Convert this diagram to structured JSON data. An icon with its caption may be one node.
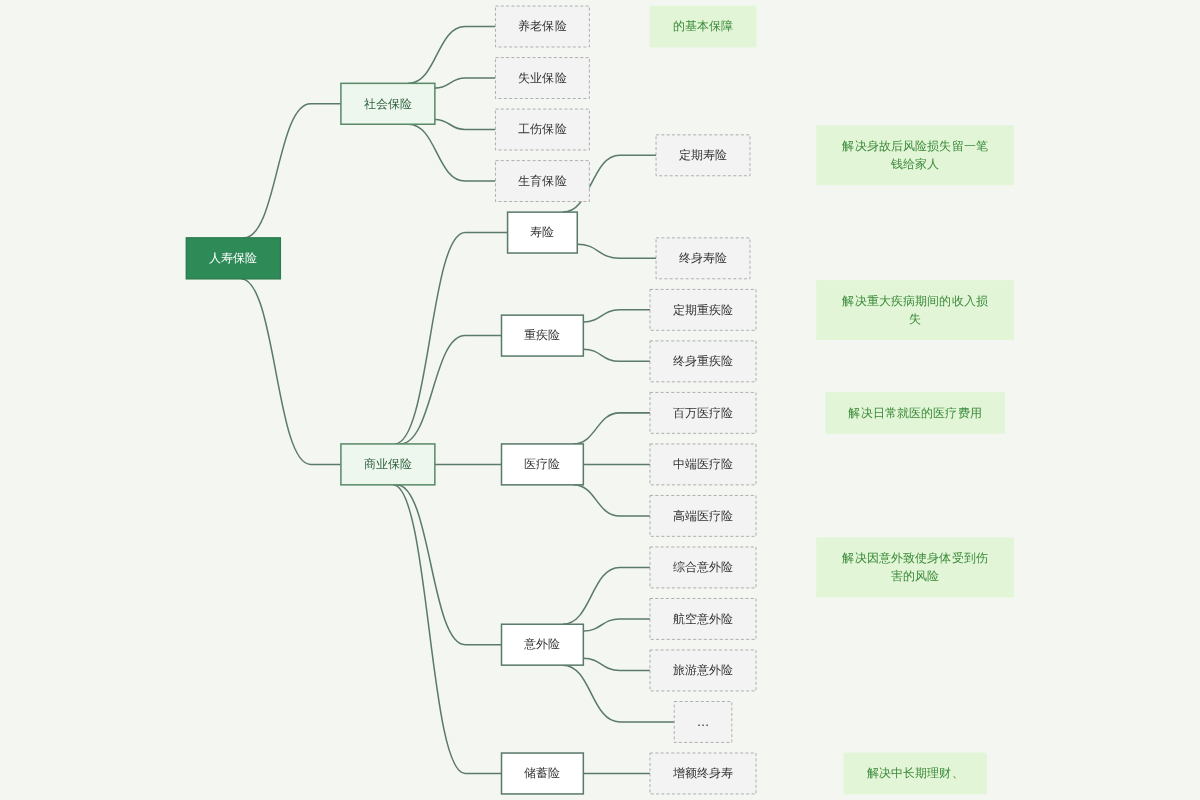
{
  "diagram": {
    "nodes": [
      {
        "text": [
          "人寿保险"
        ]
      },
      {
        "text": [
          "社会保险"
        ]
      },
      {
        "text": [
          "养老保险"
        ]
      },
      {
        "text": [
          "失业保险"
        ]
      },
      {
        "text": [
          "工伤保险"
        ]
      },
      {
        "text": [
          "生育保险"
        ]
      },
      {
        "text": [
          "商业保险"
        ]
      },
      {
        "text": [
          "寿险"
        ]
      },
      {
        "text": [
          "定期寿险"
        ]
      },
      {
        "text": [
          "终身寿险"
        ]
      },
      {
        "text": [
          "重疾险"
        ]
      },
      {
        "text": [
          "定期重疾险"
        ]
      },
      {
        "text": [
          "终身重疾险"
        ]
      },
      {
        "text": [
          "医疗险"
        ]
      },
      {
        "text": [
          "百万医疗险"
        ]
      },
      {
        "text": [
          "中端医疗险"
        ]
      },
      {
        "text": [
          "高端医疗险"
        ]
      },
      {
        "text": [
          "意外险"
        ]
      },
      {
        "text": [
          "综合意外险"
        ]
      },
      {
        "text": [
          "航空意外险"
        ]
      },
      {
        "text": [
          "旅游意外险"
        ]
      },
      {
        "text": [
          "…"
        ]
      },
      {
        "text": [
          "储蓄险"
        ]
      },
      {
        "text": [
          "增额终身寿"
        ]
      },
      {
        "text": [
          "的基本保障"
        ]
      },
      {
        "text": [
          "解决身故后风险损失留一笔钱给家人"
        ]
      },
      {
        "text": [
          "解决重大疾病期间的收入损失"
        ]
      },
      {
        "text": [
          "解决日常就医的医疗费用"
        ]
      },
      {
        "text": [
          "解决因意外致使身体受到伤害的风险"
        ]
      },
      {
        "text": [
          "解决中长期理财、"
        ]
      }
    ],
    "edges": [
      {
        "from": 0,
        "to": 1,
        "arrow": "none"
      },
      {
        "from": 1,
        "to": 2,
        "arrow": "none"
      },
      {
        "from": 1,
        "to": 3,
        "arrow": "none"
      },
      {
        "from": 1,
        "to": 4,
        "arrow": "none"
      },
      {
        "from": 1,
        "to": 5,
        "arrow": "none"
      },
      {
        "from": 0,
        "to": 6,
        "arrow": "none"
      },
      {
        "from": 6,
        "to": 7,
        "arrow": "none"
      },
      {
        "from": 7,
        "to": 8,
        "arrow": "none"
      },
      {
        "from": 7,
        "to": 9,
        "arrow": "none"
      },
      {
        "from": 6,
        "to": 10,
        "arrow": "none"
      },
      {
        "from": 10,
        "to": 11,
        "arrow": "none"
      },
      {
        "from": 10,
        "to": 12,
        "arrow": "none"
      },
      {
        "from": 6,
        "to": 13,
        "arrow": "none"
      },
      {
        "from": 13,
        "to": 14,
        "arrow": "none"
      },
      {
        "from": 13,
        "to": 15,
        "arrow": "none"
      },
      {
        "from": 13,
        "to": 16,
        "arrow": "none"
      },
      {
        "from": 6,
        "to": 17,
        "arrow": "none"
      },
      {
        "from": 17,
        "to": 18,
        "arrow": "none"
      },
      {
        "from": 17,
        "to": 19,
        "arrow": "none"
      },
      {
        "from": 17,
        "to": 20,
        "arrow": "none"
      },
      {
        "from": 17,
        "to": 21,
        "arrow": "none"
      },
      {
        "from": 6,
        "to": 22,
        "arrow": "none"
      },
      {
        "from": 22,
        "to": 23,
        "arrow": "none"
      }
    ]
  }
}
